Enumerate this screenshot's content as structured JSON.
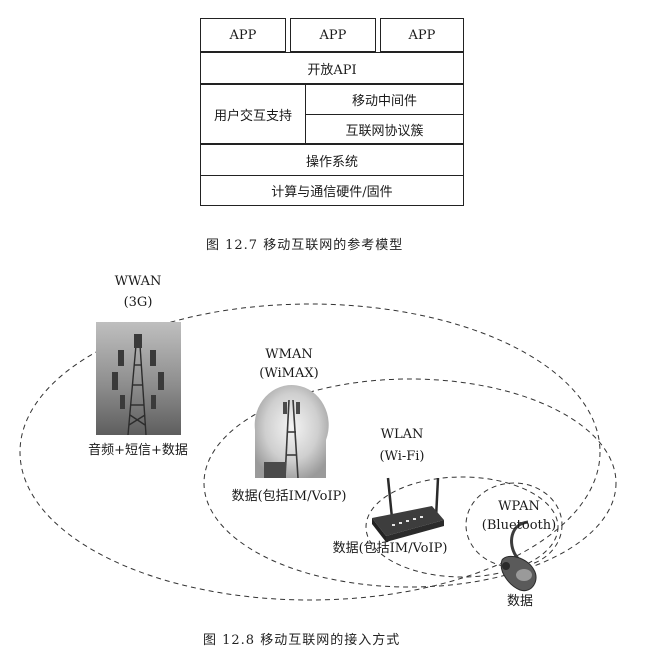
{
  "model": {
    "apps": [
      "APP",
      "APP",
      "APP"
    ],
    "open_api": "开放API",
    "ui_support": "用户交互支持",
    "middleware": "移动中间件",
    "protocol": "互联网协议簇",
    "os": "操作系统",
    "hardware": "计算与通信硬件/固件"
  },
  "fig1_caption": "图 12.7   移动互联网的参考模型",
  "access": {
    "wwan": {
      "name": "WWAN",
      "sub": "(3G)",
      "service": "音频+短信+数据"
    },
    "wman": {
      "name": "WMAN",
      "sub": "(WiMAX)",
      "service": "数据(包括IM/VoIP)"
    },
    "wlan": {
      "name": "WLAN",
      "sub": "(Wi-Fi)",
      "service": "数据(包括IM/VoIP)"
    },
    "wpan": {
      "name": "WPAN",
      "sub": "(Bluetooth)",
      "service": "数据"
    }
  },
  "fig2_caption": "图 12.8   移动互联网的接入方式"
}
